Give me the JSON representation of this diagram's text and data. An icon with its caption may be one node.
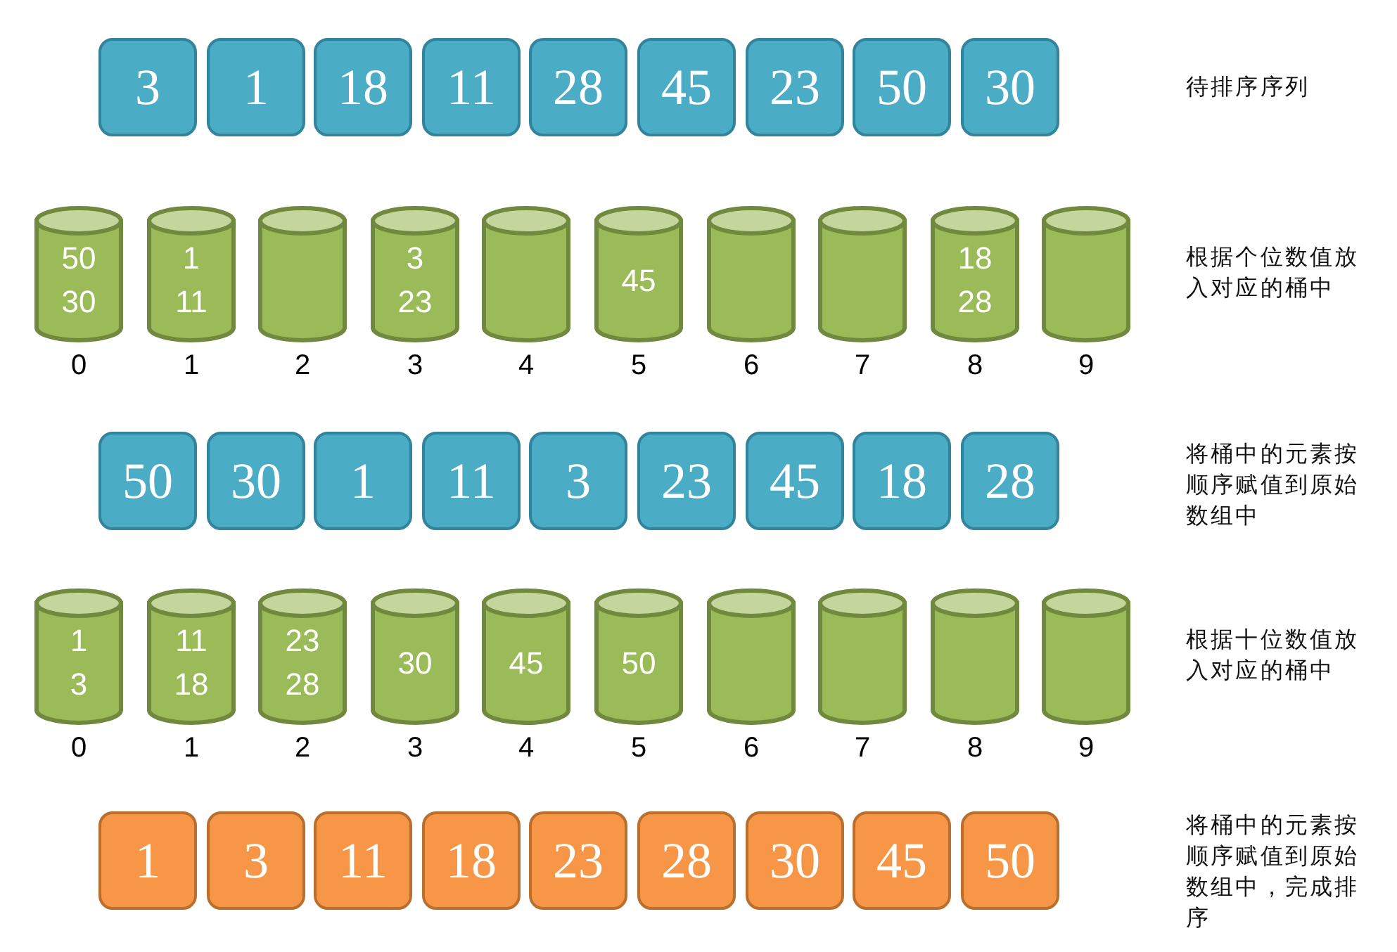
{
  "diagram": {
    "nodes": [
      {
        "text": [
          "3"
        ]
      },
      {
        "text": [
          "1"
        ]
      },
      {
        "text": [
          "18"
        ]
      },
      {
        "text": [
          "11"
        ]
      },
      {
        "text": [
          "28"
        ]
      },
      {
        "text": [
          "45"
        ]
      },
      {
        "text": [
          "23"
        ]
      },
      {
        "text": [
          "50"
        ]
      },
      {
        "text": [
          "30"
        ]
      },
      {
        "text": [
          "50",
          "30"
        ],
        "beside": [
          "0"
        ]
      },
      {
        "text": [
          "1",
          "11"
        ],
        "beside": [
          "1"
        ]
      },
      {
        "text": [],
        "shape": "cylinder",
        "beside": [
          "2"
        ]
      },
      {
        "text": [
          "3",
          "23"
        ],
        "beside": [
          "3"
        ]
      },
      {
        "text": [],
        "shape": "cylinder",
        "beside": [
          "4"
        ]
      },
      {
        "text": [
          "45"
        ],
        "beside": [
          "5"
        ]
      },
      {
        "text": [],
        "shape": "cylinder",
        "beside": [
          "6"
        ]
      },
      {
        "text": [],
        "shape": "cylinder",
        "beside": [
          "7"
        ]
      },
      {
        "text": [
          "18",
          "28"
        ],
        "beside": [
          "8"
        ]
      },
      {
        "text": [],
        "shape": "cylinder",
        "beside": [
          "9"
        ]
      },
      {
        "text": [
          "50"
        ]
      },
      {
        "text": [
          "30"
        ]
      },
      {
        "text": [
          "1"
        ]
      },
      {
        "text": [
          "11"
        ]
      },
      {
        "text": [
          "3"
        ]
      },
      {
        "text": [
          "23"
        ]
      },
      {
        "text": [
          "45"
        ]
      },
      {
        "text": [
          "18"
        ]
      },
      {
        "text": [
          "28"
        ]
      },
      {
        "text": [
          "1",
          "3"
        ],
        "beside": [
          "0"
        ]
      },
      {
        "text": [
          "11",
          "18"
        ],
        "beside": [
          "1"
        ]
      },
      {
        "text": [
          "23",
          "28"
        ],
        "beside": [
          "2"
        ]
      },
      {
        "text": [
          "30"
        ],
        "beside": [
          "3"
        ]
      },
      {
        "text": [
          "45"
        ],
        "beside": [
          "4"
        ]
      },
      {
        "text": [
          "50"
        ],
        "beside": [
          "5"
        ]
      },
      {
        "text": [],
        "shape": "cylinder",
        "beside": [
          "6"
        ]
      },
      {
        "text": [],
        "shape": "cylinder",
        "beside": [
          "7"
        ]
      },
      {
        "text": [],
        "shape": "cylinder",
        "beside": [
          "8"
        ]
      },
      {
        "text": [],
        "shape": "cylinder",
        "beside": [
          "9"
        ]
      },
      {
        "text": [
          "1"
        ]
      },
      {
        "text": [
          "3"
        ]
      },
      {
        "text": [
          "11"
        ]
      },
      {
        "text": [
          "18"
        ]
      },
      {
        "text": [
          "23"
        ]
      },
      {
        "text": [
          "28"
        ]
      },
      {
        "text": [
          "30"
        ]
      },
      {
        "text": [
          "45"
        ]
      },
      {
        "text": [
          "50"
        ]
      }
    ],
    "labels": [
      "待排序序列",
      "根据个位数值放入对应的桶中",
      "将桶中的元素按顺序赋值到原始数组中",
      "根据十位数值放入对应的桶中",
      "将桶中的元素按顺序赋值到原始数组中，完成排序"
    ]
  }
}
